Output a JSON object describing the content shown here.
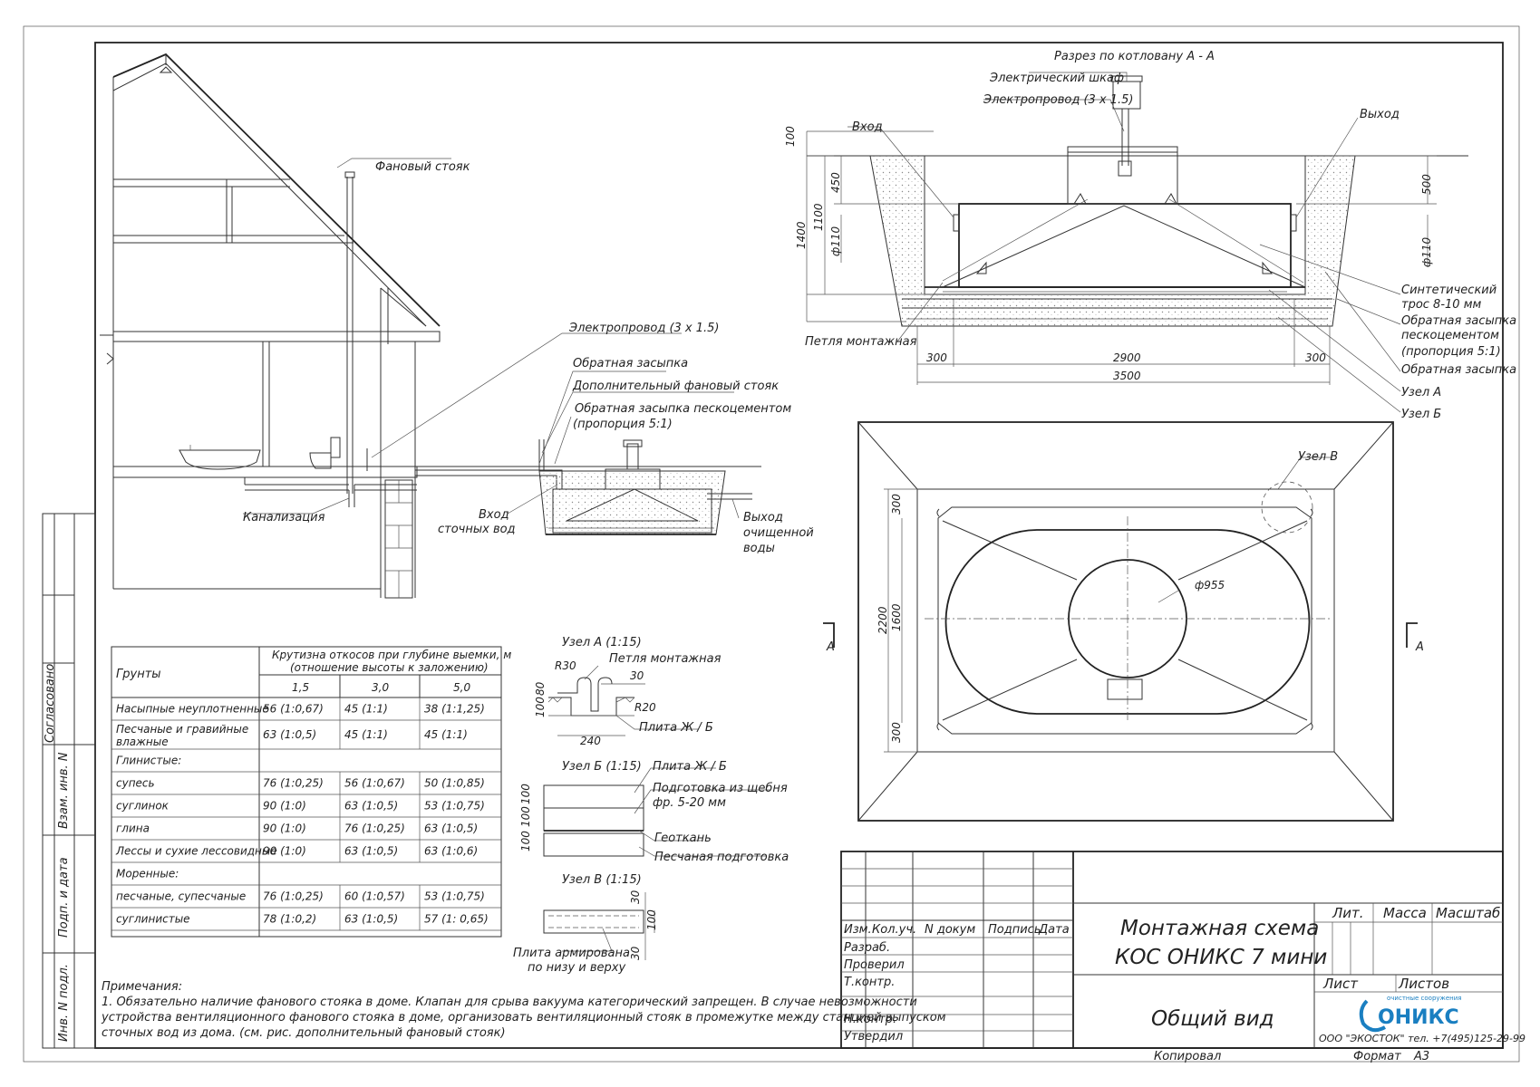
{
  "house": {
    "vent_stack": "Фановый стояк",
    "electric_cable": "Электропровод (3 х 1.5)",
    "backfill": "Обратная засыпка",
    "extra_vent_stack": "Дополнительный фановый стояк",
    "sand_cement_backfill": "Обратная засыпка пескоцементом",
    "proportion": "(пропорция 5:1)",
    "sewerage": "Канализация",
    "inlet_line1": "Вход",
    "inlet_line2": "сточных вод",
    "outlet_line1": "Выход",
    "outlet_line2": "очищенной",
    "outlet_line3": "воды"
  },
  "section": {
    "title": "Разрез по котловану А - А",
    "electric_cabinet": "Электрический шкаф",
    "electric_cable": "Электропровод (3 х 1.5)",
    "inlet": "Вход",
    "outlet": "Выход",
    "mount_loop": "Петля монтажная",
    "synthetic_rope_1": "Синтетический",
    "synthetic_rope_2": "трос  8-10 мм",
    "sand_backfill_1": "Обратная засыпка",
    "sand_backfill_2": "пескоцементом",
    "sand_backfill_3": "(пропорция 5:1)",
    "backfill": "Обратная засыпка",
    "node_a": "Узел А",
    "node_b": "Узел Б",
    "dims": {
      "d100": "100",
      "d1400": "1400",
      "d1100": "1100",
      "d450": "450",
      "d110_left": "ф110",
      "d500": "500",
      "d110_right": "ф110",
      "d300_l": "300",
      "d2900": "2900",
      "d300_r": "300",
      "d3500": "3500"
    }
  },
  "plan": {
    "node_v": "Узел В",
    "d955": "ф955",
    "d2200": "2200",
    "d1600": "1600",
    "d300_top": "300",
    "d300_bot": "300",
    "cut_left": "А",
    "cut_right": "А"
  },
  "soil_table": {
    "col_soil": "Грунты",
    "col_slope_1": "Крутизна откосов при глубине выемки, м",
    "col_slope_2": "(отношение высоты к заложению)",
    "depths": [
      "1,5",
      "3,0",
      "5,0"
    ],
    "rows": [
      {
        "name": "Насыпные неуплотненные",
        "v": [
          "56 (1:0,67)",
          "45 (1:1)",
          "38 (1:1,25)"
        ]
      },
      {
        "name": "Песчаные и гравийные",
        "name2": "влажные",
        "v": [
          "63 (1:0,5)",
          "45 (1:1)",
          "45 (1:1)"
        ]
      },
      {
        "name": "Глинистые:",
        "v": [
          "",
          "",
          ""
        ],
        "group": true
      },
      {
        "name": "супесь",
        "v": [
          "76 (1:0,25)",
          "56 (1:0,67)",
          "50 (1:0,85)"
        ]
      },
      {
        "name": "суглинок",
        "v": [
          "90 (1:0)",
          "63 (1:0,5)",
          "53 (1:0,75)"
        ]
      },
      {
        "name": "глина",
        "v": [
          "90 (1:0)",
          "76 (1:0,25)",
          "63 (1:0,5)"
        ]
      },
      {
        "name": "Лессы и сухие лессовидные",
        "v": [
          "90 (1:0)",
          "63 (1:0,5)",
          "63 (1:0,6)"
        ]
      },
      {
        "name": "Моренные:",
        "v": [
          "",
          "",
          ""
        ],
        "group": true
      },
      {
        "name": "песчаные, супесчаные",
        "v": [
          "76 (1:0,25)",
          "60 (1:0,57)",
          "53 (1:0,75)"
        ]
      },
      {
        "name": "суглинистые",
        "v": [
          "78 (1:0,2)",
          "63 (1:0,5)",
          "57 (1: 0,65)"
        ]
      }
    ]
  },
  "nodes": {
    "a_title": "Узел А (1:15)",
    "a_loop": "Петля монтажная",
    "a_r30": "R30",
    "a_30": "30",
    "a_80": "80",
    "a_100": "100",
    "a_r20": "R20",
    "a_slab": "Плита Ж / Б",
    "a_240": "240",
    "b_title": "Узел Б (1:15)",
    "b_slab": "Плита Ж / Б",
    "b_gravel_1": "Подготовка из щебня",
    "b_gravel_2": "фр. 5-20 мм",
    "b_geotextile": "Геоткань",
    "b_sand": "Песчаная подготовка",
    "b_100a": "100",
    "b_100b": "100",
    "b_100c": "100",
    "v_title": "Узел В (1:15)",
    "v_30a": "30",
    "v_100": "100",
    "v_30b": "30",
    "v_slab_1": "Плита армирована",
    "v_slab_2": "по низу и верху"
  },
  "notes": {
    "title": "Примечания:",
    "line1": "1. Обязательно наличие фанового стояка в доме. Клапан для срыва вакуума категорический запрещен. В случае невозможности",
    "line2": "устройства вентиляционного фанового стояка в доме, организовать вентиляционный стояк в промежутке между станцией выпуском",
    "line3": "сточных вод из дома. (см. рис. дополнительный фановый стояк)"
  },
  "side_stamp": {
    "agreed": "Согласовано",
    "inv_vzam": "Взам. инв. N",
    "sign_date": "Подп. и дата",
    "inv_podl": "Инв. N подл."
  },
  "title_block": {
    "izm": "Изм.",
    "kol": "Кол.уч.",
    "doc": "N докум",
    "sign": "Подпись",
    "date": "Дата",
    "razrab": "Разраб.",
    "proveril": "Проверил",
    "tkontr": "Т.контр.",
    "nkontr": "Н.контр.",
    "utverdil": "Утвердил",
    "title_1": "Монтажная схема",
    "title_2": "КОС ОНИКС  7  мини",
    "view": "Общий вид",
    "lit": "Лит.",
    "mass": "Масса",
    "scale": "Масштаб",
    "sheet": "Лист",
    "sheets": "Листов",
    "logo_small": "очистные сооружения",
    "logo": "ОНИКС",
    "company": "ООО  \"ЭКОСТОК\"  тел. +7(495)125-29-99",
    "copied": "Копировал",
    "format": "Формат",
    "format_val": "А3"
  },
  "colors": {
    "ink": "#222222",
    "logo_blue": "#1a7fc1"
  }
}
